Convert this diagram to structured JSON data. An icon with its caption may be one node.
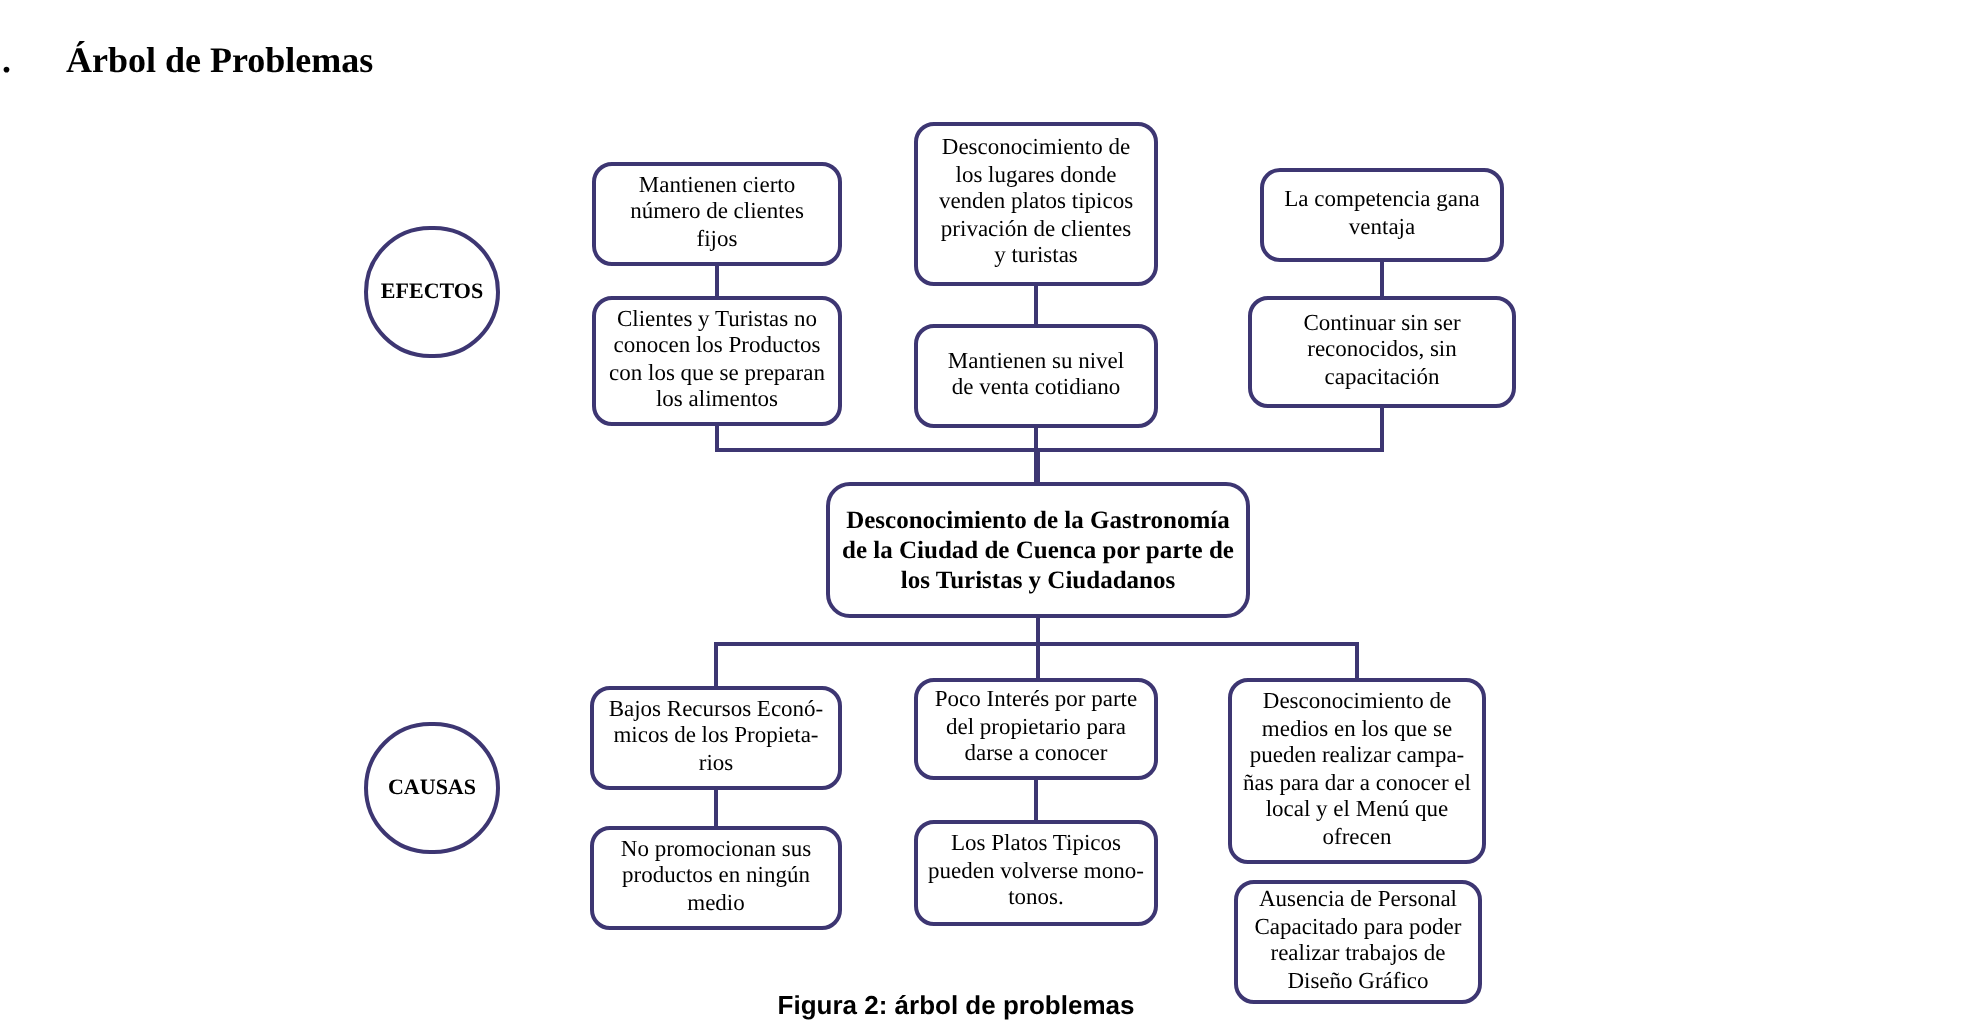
{
  "diagram": {
    "title": "Árbol de Problemas",
    "caption": "Figura 2: árbol de problemas",
    "nodes": [
      {
        "text": [
          "EFECTOS"
        ]
      },
      {
        "text": [
          "Mantienen cierto número de clientes fijos"
        ]
      },
      {
        "text": [
          "Clientes y Turistas no conocen los Productos con los que se preparan los alimentos"
        ]
      },
      {
        "text": [
          "Desconocimiento de los lugares donde venden platos tipicos privación de clientes y turistas"
        ]
      },
      {
        "text": [
          "Mantienen su nivel de venta cotidiano"
        ]
      },
      {
        "text": [
          "La competencia gana ventaja"
        ]
      },
      {
        "text": [
          "Continuar sin ser reconocidos, sin capacitación"
        ]
      },
      {
        "text": [
          "Desconocimiento de la Gastronomía de la Ciudad de Cuenca por parte de los Turistas y Ciudadanos"
        ]
      },
      {
        "text": [
          "CAUSAS"
        ]
      },
      {
        "text": [
          "Bajos Recursos Econó- micos de los Propieta- rios"
        ]
      },
      {
        "text": [
          "No promocionan sus productos en ningún medio"
        ]
      },
      {
        "text": [
          "Poco Interés por parte del propietario para darse a conocer"
        ]
      },
      {
        "text": [
          "Los Platos Tipicos pueden volverse mono- tonos."
        ]
      },
      {
        "text": [
          "Desconocimiento de medios en los que se pueden realizar campa- ñas para dar a conocer el local y el Menú que ofrecen"
        ]
      },
      {
        "text": [
          "Ausencia de Personal Capacitado para poder realizar trabajos de Diseño Gráfico"
        ]
      }
    ],
    "edges": [
      {
        "from": 1,
        "to": 2,
        "arrow": "none"
      },
      {
        "from": 3,
        "to": 4,
        "arrow": "none"
      },
      {
        "from": 5,
        "to": 6,
        "arrow": "none"
      },
      {
        "from": 2,
        "to": 7,
        "arrow": "none"
      },
      {
        "from": 4,
        "to": 7,
        "arrow": "none"
      },
      {
        "from": 6,
        "to": 7,
        "arrow": "none"
      },
      {
        "from": 7,
        "to": 9,
        "arrow": "none"
      },
      {
        "from": 7,
        "to": 11,
        "arrow": "none"
      },
      {
        "from": 7,
        "to": 13,
        "arrow": "none"
      },
      {
        "from": 9,
        "to": 10,
        "arrow": "none"
      },
      {
        "from": 11,
        "to": 12,
        "arrow": "none"
      }
    ],
    "labels": [
      "."
    ]
  }
}
